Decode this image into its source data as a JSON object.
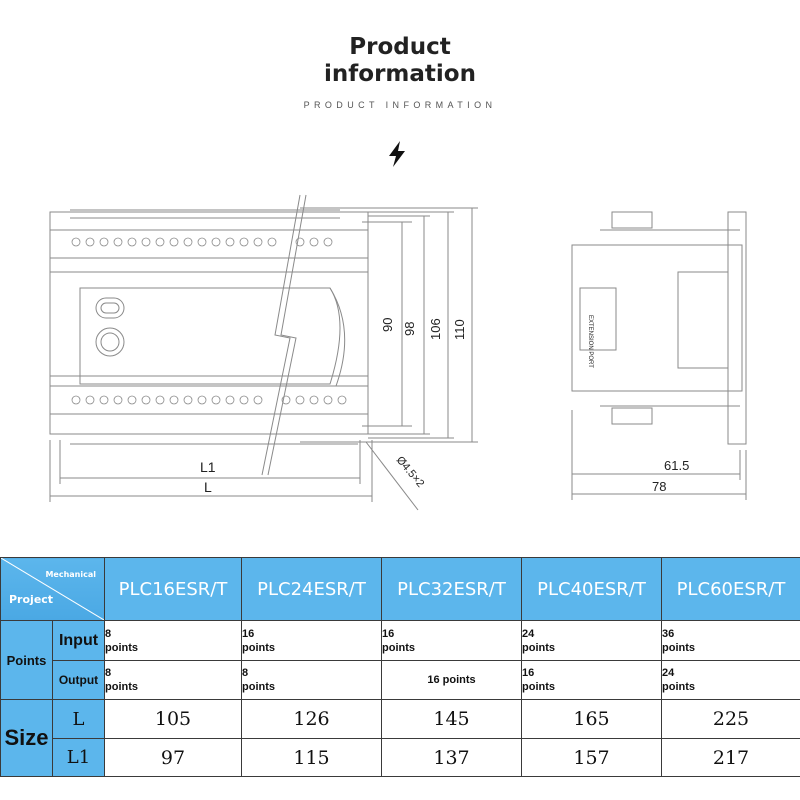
{
  "header": {
    "title_line1": "Product",
    "title_line2": "information",
    "subtitle": "PRODUCT INFORMATION",
    "icon": "lightning-bolt-icon"
  },
  "drawing": {
    "dim_90": "90",
    "dim_98": "98",
    "dim_106": "106",
    "dim_110": "110",
    "dim_l1": "L1",
    "dim_l": "L",
    "hole_note": "Ø4.5×2",
    "side_label": "EXTENSION PORT",
    "dim_615": "61.5",
    "dim_78": "78"
  },
  "table": {
    "corner_top": "Mechanical",
    "corner_bottom": "Project",
    "models": [
      "PLC16ESR/T",
      "PLC24ESR/T",
      "PLC32ESR/T",
      "PLC40ESR/T",
      "PLC60ESR/T"
    ],
    "points_label": "Points",
    "input_label": "Input",
    "output_label": "Output",
    "input": [
      {
        "n": "8",
        "u": "points"
      },
      {
        "n": "16",
        "u": "points"
      },
      {
        "n": "16",
        "u": "points"
      },
      {
        "n": "24",
        "u": "points"
      },
      {
        "n": "36",
        "u": "points"
      }
    ],
    "output": [
      {
        "n": "8",
        "u": "points"
      },
      {
        "n": "8",
        "u": "points"
      },
      {
        "n": "16 points",
        "u": ""
      },
      {
        "n": "16",
        "u": "points"
      },
      {
        "n": "24",
        "u": "points"
      }
    ],
    "size_label": "Size",
    "l_label": "L",
    "l1_label": "L1",
    "l_values": [
      "105",
      "126",
      "145",
      "165",
      "225"
    ],
    "l1_values": [
      "97",
      "115",
      "137",
      "157",
      "217"
    ]
  },
  "colors": {
    "header_blue": "#5cb6ec",
    "text_white": "#ffffff",
    "line_gray": "#888888"
  }
}
